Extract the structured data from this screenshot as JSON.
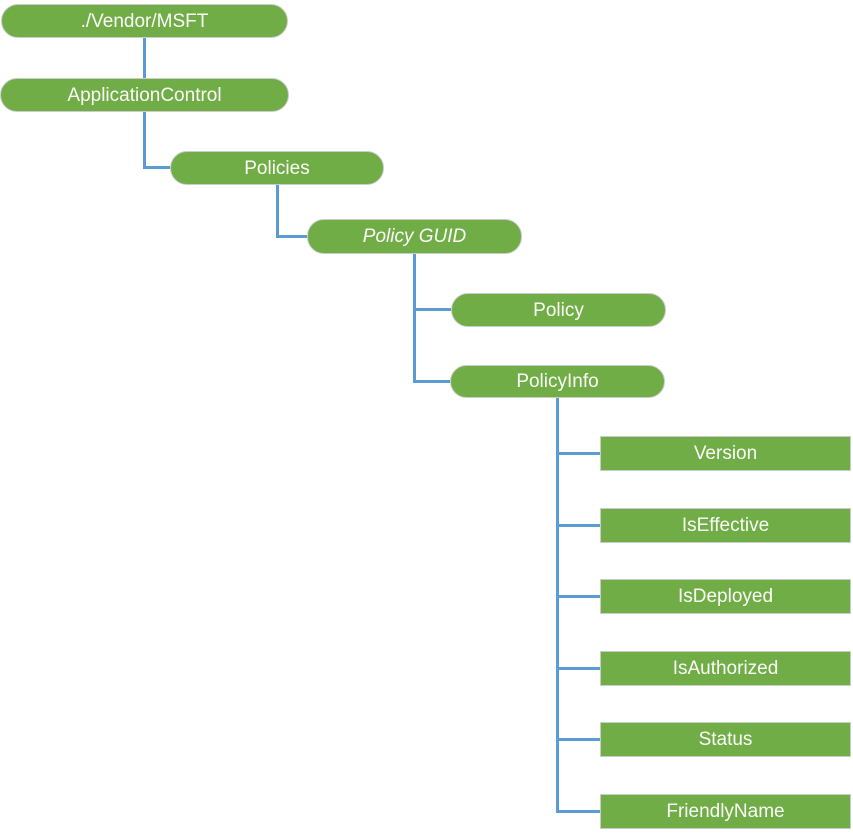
{
  "palette": {
    "node_fill": "#70AD47",
    "node_border": "#cbcbcb",
    "node_text": "#fcfcf8",
    "connector": "#5B9BD5"
  },
  "tree": {
    "nodes": [
      {
        "id": "vendor-msft",
        "label": "./Vendor/MSFT",
        "shape": "pill"
      },
      {
        "id": "application-control",
        "label": "ApplicationControl",
        "shape": "pill"
      },
      {
        "id": "policies",
        "label": "Policies",
        "shape": "pill"
      },
      {
        "id": "policy-guid",
        "label": "Policy GUID",
        "shape": "pill",
        "italic": true
      },
      {
        "id": "policy",
        "label": "Policy",
        "shape": "pill"
      },
      {
        "id": "policy-info",
        "label": "PolicyInfo",
        "shape": "pill"
      },
      {
        "id": "version",
        "label": "Version",
        "shape": "rect"
      },
      {
        "id": "is-effective",
        "label": "IsEffective",
        "shape": "rect"
      },
      {
        "id": "is-deployed",
        "label": "IsDeployed",
        "shape": "rect"
      },
      {
        "id": "is-authorized",
        "label": "IsAuthorized",
        "shape": "rect"
      },
      {
        "id": "status",
        "label": "Status",
        "shape": "rect"
      },
      {
        "id": "friendly-name",
        "label": "FriendlyName",
        "shape": "rect"
      }
    ],
    "edges": [
      {
        "from": "./Vendor/MSFT",
        "to": "ApplicationControl"
      },
      {
        "from": "ApplicationControl",
        "to": "Policies"
      },
      {
        "from": "Policies",
        "to": "Policy GUID"
      },
      {
        "from": "Policy GUID",
        "to": "Policy"
      },
      {
        "from": "Policy GUID",
        "to": "PolicyInfo"
      },
      {
        "from": "PolicyInfo",
        "to": "Version"
      },
      {
        "from": "PolicyInfo",
        "to": "IsEffective"
      },
      {
        "from": "PolicyInfo",
        "to": "IsDeployed"
      },
      {
        "from": "PolicyInfo",
        "to": "IsAuthorized"
      },
      {
        "from": "PolicyInfo",
        "to": "Status"
      },
      {
        "from": "PolicyInfo",
        "to": "FriendlyName"
      }
    ]
  }
}
